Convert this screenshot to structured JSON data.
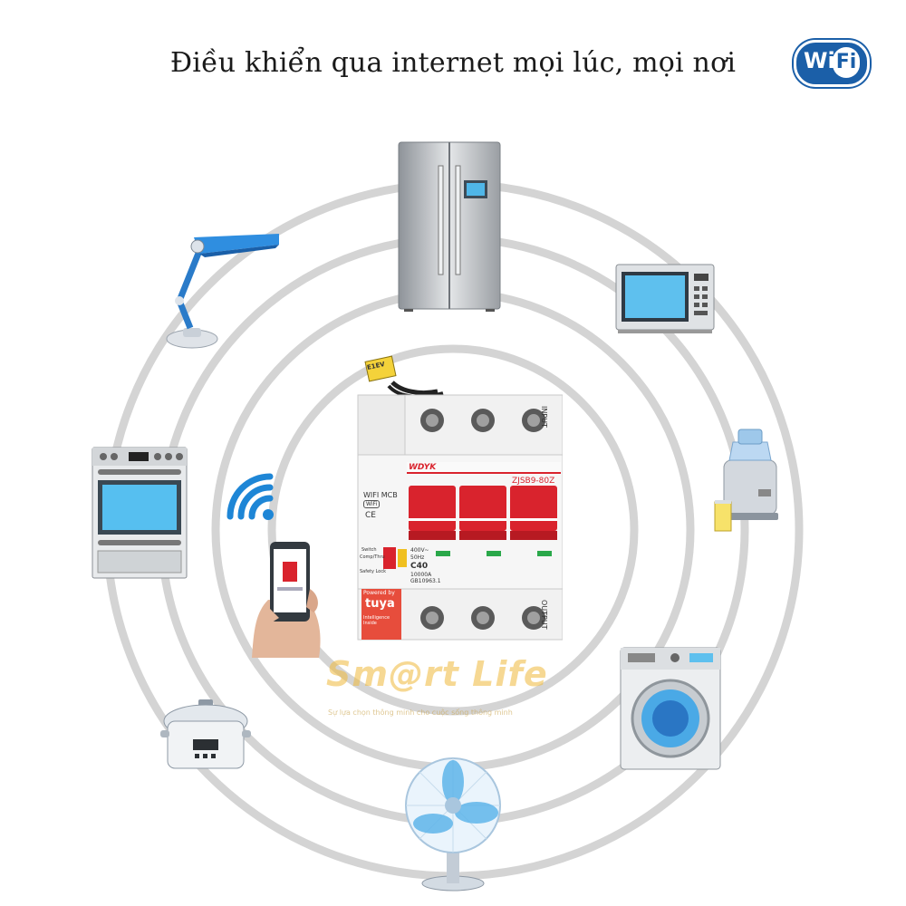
{
  "headline": "Điều khiển qua internet mọi lúc, mọi nơi",
  "wifi_logo": {
    "part1": "Wi",
    "part2": "Fi",
    "color": "#1b5fa8"
  },
  "breaker": {
    "brand": "WDYK",
    "model": "ZJSB9-80Z",
    "input_label": "INPUT",
    "output_label": "OUTPUT",
    "type_label": "WIFI MCB",
    "wifi_badge": "WiFi",
    "ce_mark": "CE",
    "switch_label": "Switch",
    "mode_label": "Comp/Thru",
    "safety_label": "Safety Lock",
    "voltage": "400V~",
    "frequency": "50Hz",
    "rating": "C40",
    "capacity": "10000A",
    "standard": "GB10963.1",
    "powered_by": "Powered by",
    "platform": "tuya",
    "platform_sub": "Intelligence Inside",
    "cable_tag": "E1EV",
    "handle_color": "#d9232d"
  },
  "watermark": {
    "brand": "Sm@rt Life",
    "tagline": "Sự lựa chọn thông minh cho cuộc sống thông minh"
  },
  "devices": [
    "refrigerator",
    "microwave",
    "juicer",
    "washing-machine",
    "electric-fan",
    "rice-cooker",
    "oven",
    "desk-lamp",
    "smartphone",
    "wifi-signal"
  ]
}
